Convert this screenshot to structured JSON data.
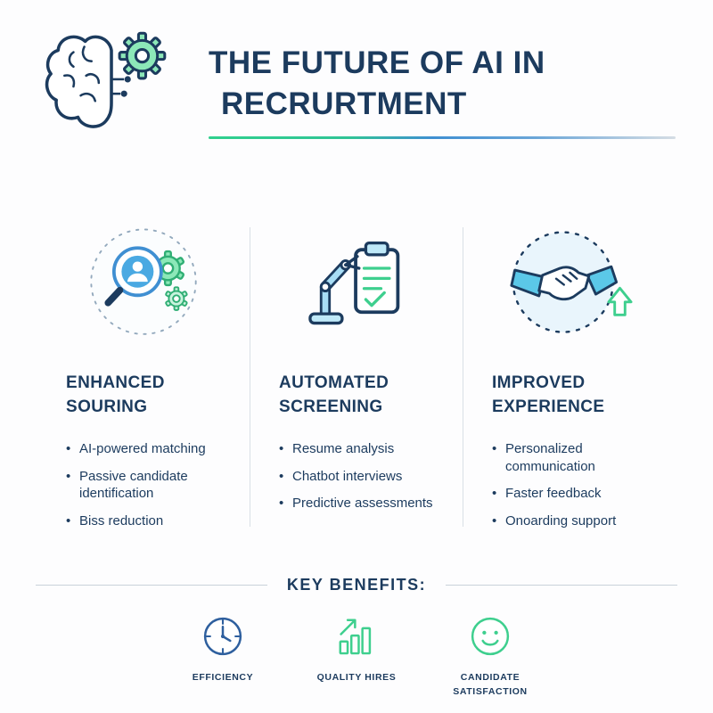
{
  "header": {
    "logo_icon": "brain-gear-icon",
    "title_line1": "THE FUTURE OF AI IN",
    "title_line2": "RECRURTMENT"
  },
  "columns": [
    {
      "icon": "magnifier-candidate-gear-icon",
      "title_line1": "ENHANCED",
      "title_line2": "SOURING",
      "bullets": [
        "AI-powered matching",
        "Passive candidate identification",
        "Biss reduction"
      ]
    },
    {
      "icon": "robot-arm-checklist-icon",
      "title_line1": "AUTOMATED",
      "title_line2": "SCREENING",
      "bullets": [
        "Resume analysis",
        "Chatbot interviews",
        "Predictive assessments"
      ]
    },
    {
      "icon": "handshake-growth-icon",
      "title_line1": "IMPROVED",
      "title_line2": "EXPERIENCE",
      "bullets": [
        "Personalized communication",
        "Faster feedback",
        "Onoarding support"
      ]
    }
  ],
  "benefits": {
    "heading": "KEY BENEFITS:",
    "items": [
      {
        "icon": "clock-icon",
        "label": "EFFICIENCY"
      },
      {
        "icon": "growth-chart-icon",
        "label": "QUALITY HIRES"
      },
      {
        "icon": "smiley-icon",
        "label": "CANDIDATE SATISFACTION"
      }
    ]
  },
  "colors": {
    "navy": "#1c3b5e",
    "green": "#3ecf8e",
    "green_light": "#8ce8b8",
    "blue": "#3f8fd2",
    "light_blue": "#5bc8e8",
    "pale_blue": "#bfe9f8",
    "divider": "#d9e0e6"
  }
}
